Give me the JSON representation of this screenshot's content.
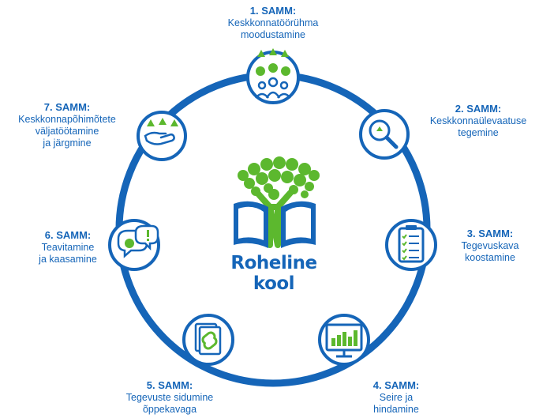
{
  "brand": {
    "name": "Roheline kool",
    "colors": {
      "blue": "#1565b8",
      "green": "#5cb82e",
      "white": "#ffffff"
    }
  },
  "steps": [
    {
      "title": "1. SAMM:",
      "lines": [
        "Keskkonnatöörühma",
        "moodustamine"
      ],
      "icon": "team-icon"
    },
    {
      "title": "2. SAMM:",
      "lines": [
        "Keskkonnaülevaatuse",
        "tegemine"
      ],
      "icon": "magnifier-icon"
    },
    {
      "title": "3. SAMM:",
      "lines": [
        "Tegevuskava",
        "koostamine"
      ],
      "icon": "checklist-icon"
    },
    {
      "title": "4. SAMM:",
      "lines": [
        "Seire ja",
        "hindamine"
      ],
      "icon": "monitor-chart-icon"
    },
    {
      "title": "5. SAMM:",
      "lines": [
        "Tegevuste sidumine",
        "õppekavaga"
      ],
      "icon": "linked-documents-icon"
    },
    {
      "title": "6. SAMM:",
      "lines": [
        "Teavitamine",
        "ja kaasamine"
      ],
      "icon": "speech-bubbles-icon"
    },
    {
      "title": "7. SAMM:",
      "lines": [
        "Keskkonnapõhimõtete",
        "väljatöötamine",
        "ja järgmine"
      ],
      "icon": "hand-icon"
    }
  ]
}
